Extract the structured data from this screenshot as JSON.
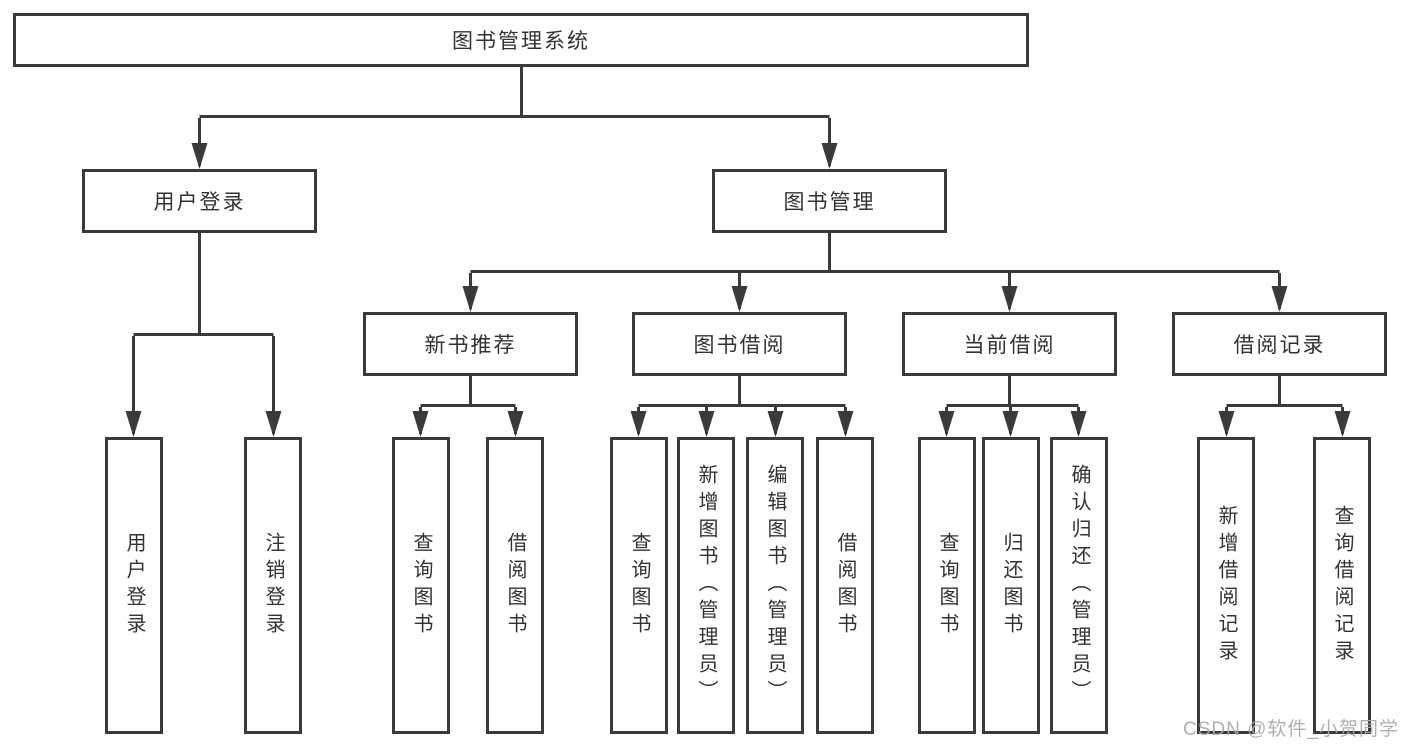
{
  "diagram": {
    "type": "tree",
    "root": {
      "label": "图书管理系统"
    },
    "branches": [
      {
        "label": "用户登录",
        "children": [
          {
            "label": "用户登录"
          },
          {
            "label": "注销登录"
          }
        ]
      },
      {
        "label": "图书管理",
        "children": [
          {
            "label": "新书推荐",
            "children": [
              {
                "label": "查询图书"
              },
              {
                "label": "借阅图书"
              }
            ]
          },
          {
            "label": "图书借阅",
            "children": [
              {
                "label": "查询图书"
              },
              {
                "label": "新增图书（管理员）"
              },
              {
                "label": "编辑图书（管理员）"
              },
              {
                "label": "借阅图书"
              }
            ]
          },
          {
            "label": "当前借阅",
            "children": [
              {
                "label": "查询图书"
              },
              {
                "label": "归还图书"
              },
              {
                "label": "确认归还（管理员）"
              }
            ]
          },
          {
            "label": "借阅记录",
            "children": [
              {
                "label": "新增借阅记录"
              },
              {
                "label": "查询借阅记录"
              }
            ]
          }
        ]
      }
    ]
  },
  "watermark": {
    "text": "CSDN @软件_小贺同学"
  },
  "colors": {
    "line": "#3a3a3a",
    "box_border": "#3a3a3a",
    "text": "#333333",
    "background": "#ffffff",
    "watermark": "#a8a8a8"
  }
}
